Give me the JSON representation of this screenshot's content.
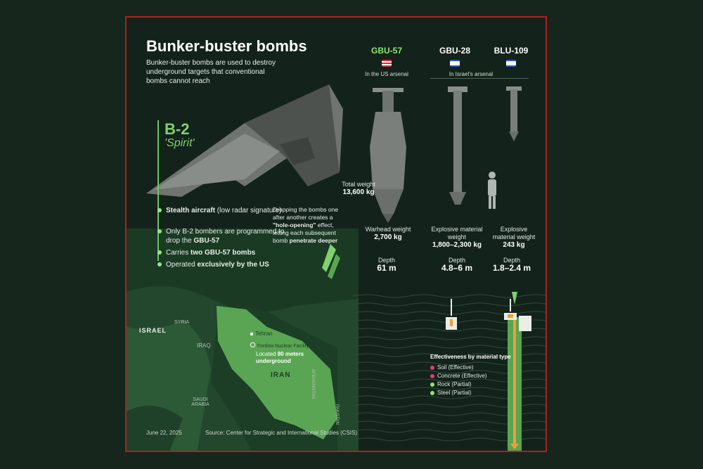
{
  "title": "Bunker-buster bombs",
  "subtitle": "Bunker-buster bombs are used to destroy underground targets that conventional bombs cannot reach",
  "aircraft": {
    "name": "B-2",
    "nickname": "'Spirit'"
  },
  "bullets": [
    {
      "pre": "",
      "bold": "Stealth aircraft",
      "post": " (low radar signature)"
    },
    {
      "pre": "Only B-2 bombers are programmed to drop the ",
      "bold": "GBU-57",
      "post": ""
    },
    {
      "pre": "Carries ",
      "bold": "two GBU-57 bombs",
      "post": ""
    },
    {
      "pre": "Operated ",
      "bold": "exclusively by the US",
      "post": ""
    }
  ],
  "hole_note": {
    "pre": "Dropping the bombs one after another creates a ",
    "bold1": "\"hole-opening\"",
    "mid": " effect, letting each subsequent bomb ",
    "bold2": "penetrate deeper"
  },
  "bombs": {
    "gbu57": {
      "name": "GBU-57",
      "arsenal": "In the US arsenal",
      "total_label": "Total weight",
      "total": "13,600 kg",
      "warhead_label": "Warhead weight",
      "warhead": "2,700 kg",
      "depth_label": "Depth",
      "depth": "61 m"
    },
    "gbu28": {
      "name": "GBU-28",
      "explosive_label": "Explosive material weight",
      "explosive": "1,800–2,300 kg",
      "depth_label": "Depth",
      "depth": "4.8–6 m"
    },
    "blu109": {
      "name": "BLU-109",
      "explosive_label": "Explosive material weight",
      "explosive": "243 kg",
      "depth_label": "Depth",
      "depth": "1.8–2.4 m"
    },
    "israel_arsenal": "In Israel's arsenal"
  },
  "map": {
    "countries": [
      "ISRAEL",
      "SYRIA",
      "IRAQ",
      "IRAN",
      "SAUDI ARABIA",
      "AFGHANISTAN",
      "PAKISTAN"
    ],
    "tehran": "Tehran",
    "fordow": "Fordow Nuclear Facility",
    "located_pre": "Located ",
    "located_bold": "80 meters underground"
  },
  "effectiveness": {
    "title": "Effectiveness by material type",
    "items": [
      {
        "label": "Soil (Effective)",
        "color": "#d9407a"
      },
      {
        "label": "Concrete (Effective)",
        "color": "#d9407a"
      },
      {
        "label": "Rock (Partial)",
        "color": "#8fe27a"
      },
      {
        "label": "Steel (Partial)",
        "color": "#8fe27a"
      }
    ]
  },
  "footer": {
    "date": "June 22, 2025",
    "source": "Source: Center for Strategic and International Studies (CSIS)"
  },
  "colors": {
    "accent": "#8fe27a",
    "frame": "#b0201f",
    "bg": "#13231b"
  }
}
